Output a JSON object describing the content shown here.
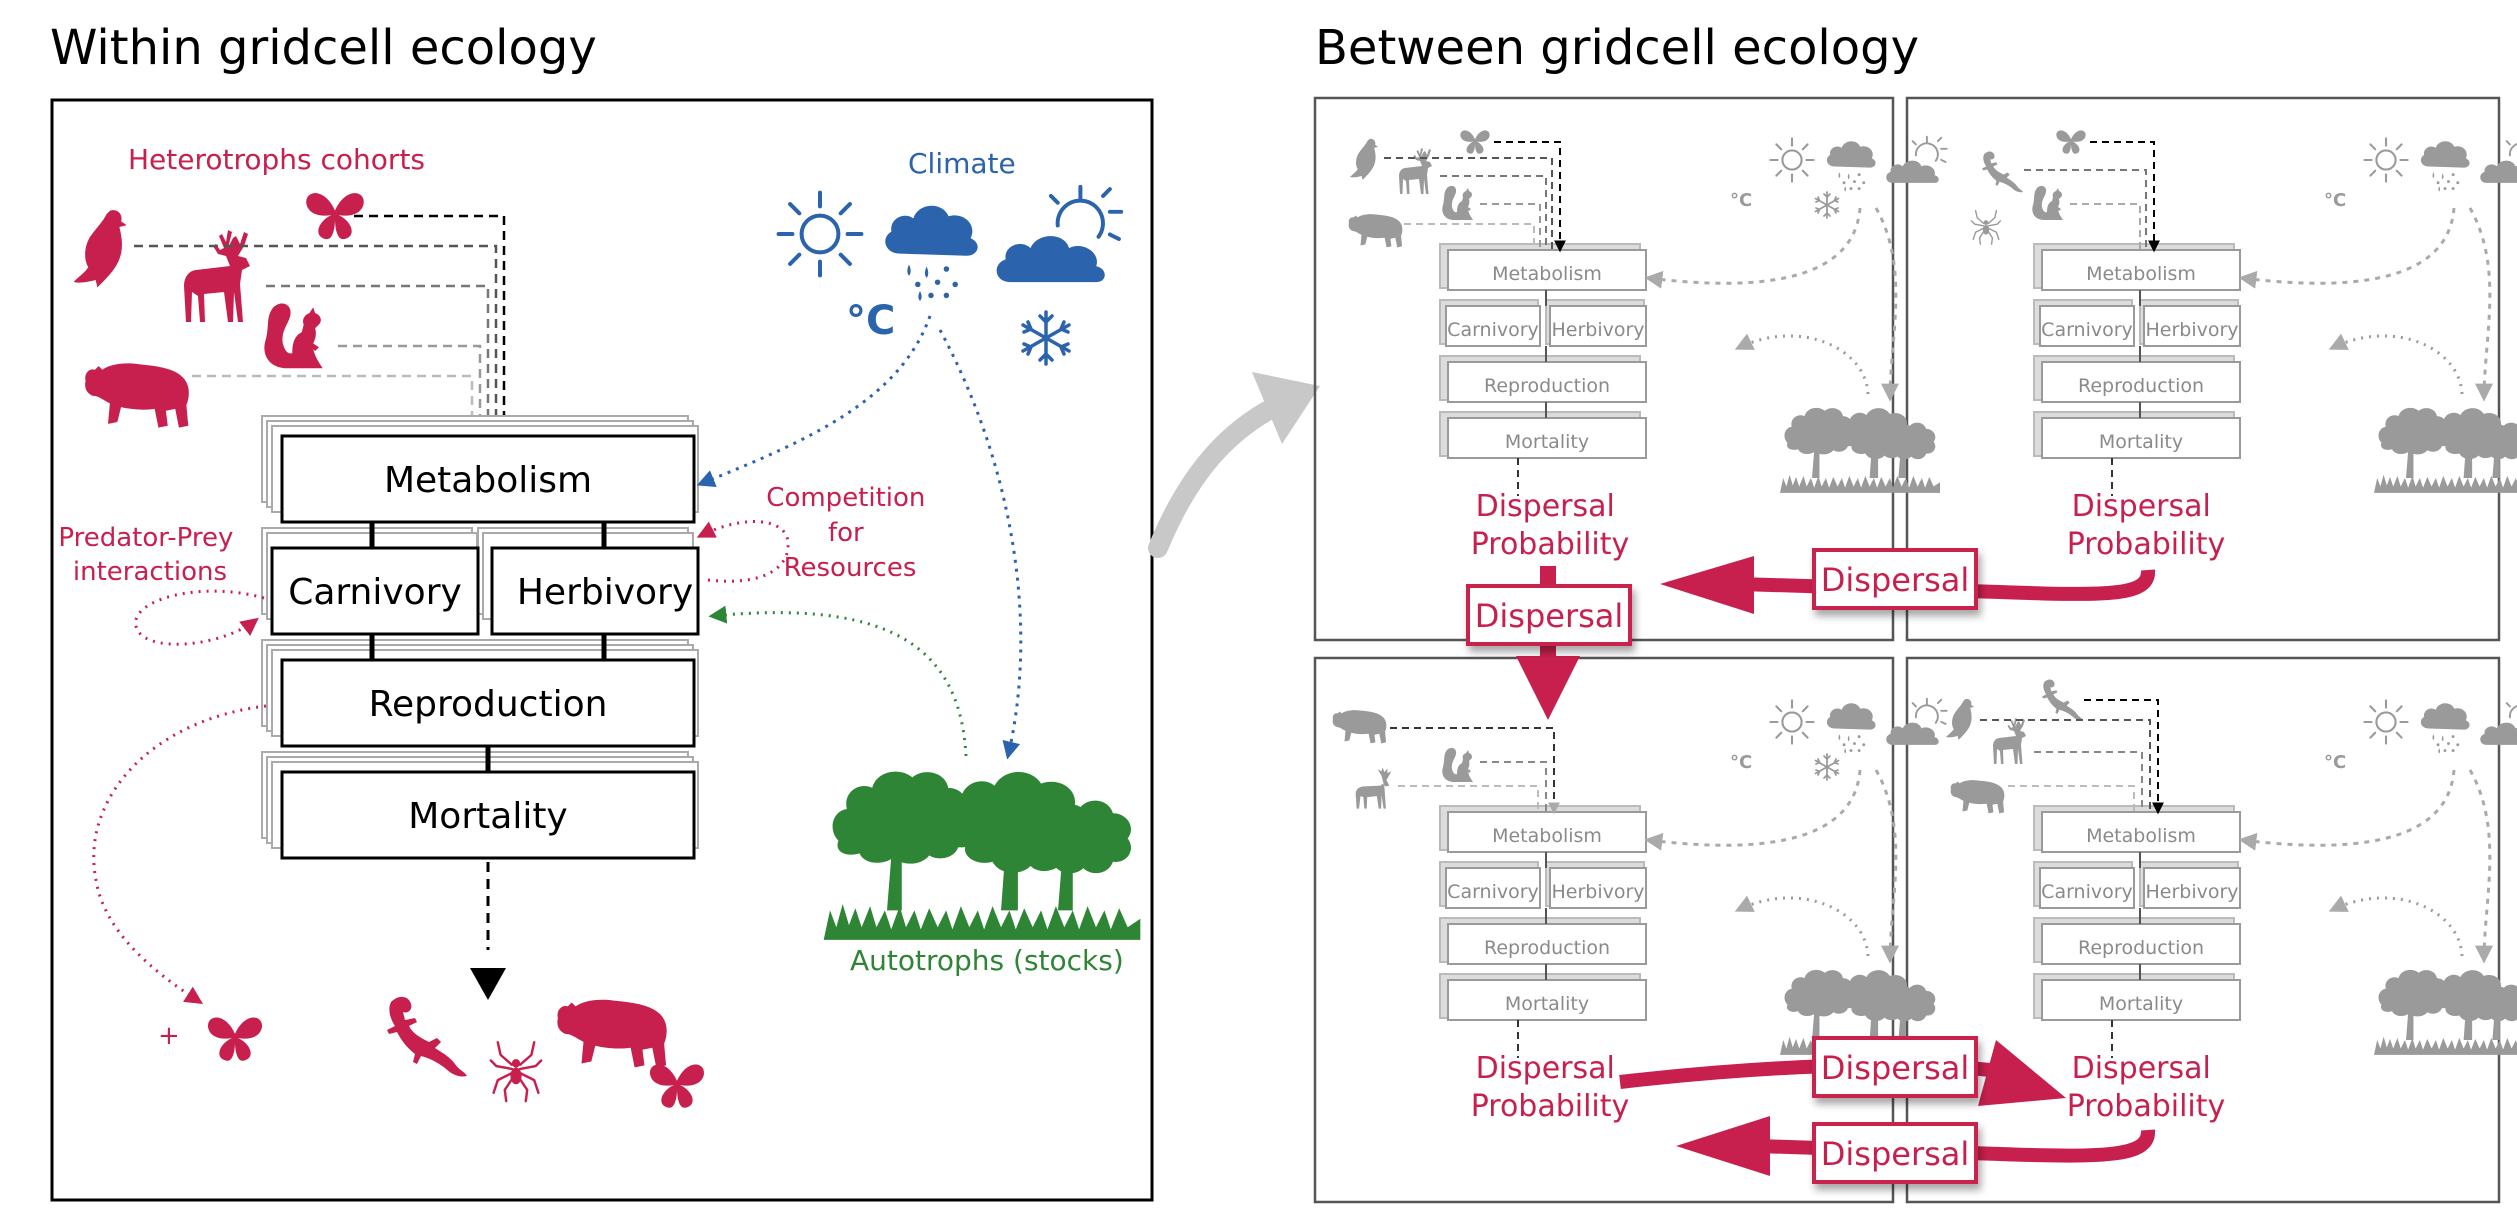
{
  "titles": {
    "left": "Within gridcell ecology",
    "right": "Between gridcell ecology"
  },
  "left_panel": {
    "heterotrophs_label": "Heterotrophs cohorts",
    "climate_label": "Climate",
    "climate_unit": "°C",
    "predator_prey_label": [
      "Predator-Prey",
      "interactions"
    ],
    "competition_label": [
      "Competition",
      "for",
      "Resources"
    ],
    "autotrophs_label": "Autotrophs (stocks)",
    "plus_sign": "+",
    "processes": {
      "metabolism": "Metabolism",
      "carnivory": "Carnivory",
      "herbivory": "Herbivory",
      "reproduction": "Reproduction",
      "mortality": "Mortality"
    }
  },
  "right_panel": {
    "dispersal_probability": [
      "Dispersal",
      "Probability"
    ],
    "dispersal_label": "Dispersal",
    "climate_unit": "°C"
  },
  "colors": {
    "red": "#c8204e",
    "blue": "#2b63ad",
    "green": "#2e8535",
    "gray": "#9a9a9a",
    "black": "#000000"
  }
}
